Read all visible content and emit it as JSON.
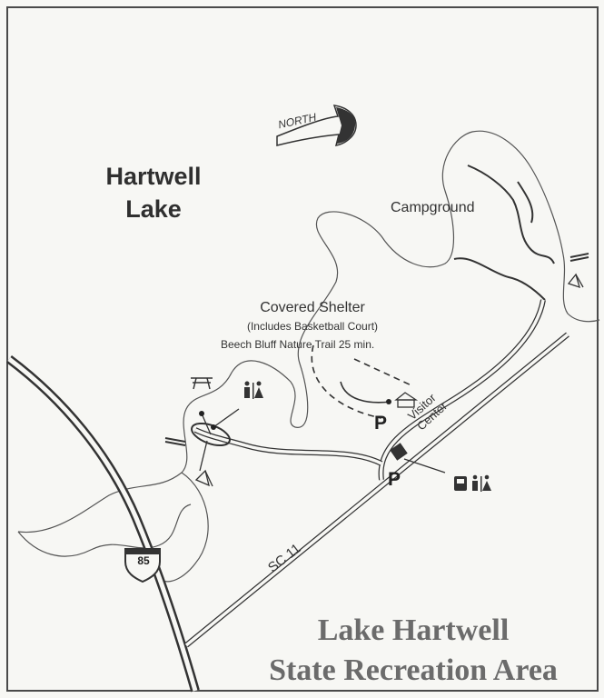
{
  "map": {
    "title_line1": "Lake Hartwell",
    "title_line2": "State Recreation Area",
    "lake_name_line1": "Hartwell",
    "lake_name_line2": "Lake",
    "north_label": "NORTH",
    "campground_label": "Campground",
    "shelter_label": "Covered Shelter",
    "shelter_sub": "(Includes Basketball Court)",
    "trail_label": "Beech Bluff Nature Trail 25 min.",
    "visitor_center_line1": "Visitor",
    "visitor_center_line2": "Center",
    "road_label": "SC 11",
    "interstate_label": "85",
    "parking_label": "P",
    "icons": [
      "north-arrow-icon",
      "picnic-table-icon",
      "restroom-icon",
      "boat-ramp-icon",
      "fishing-icon",
      "shelter-icon",
      "visitor-center-icon",
      "phone-icon",
      "parking-icon",
      "interstate-shield-icon"
    ],
    "colors": {
      "ink": "#333333",
      "paper": "#f7f7f4",
      "title": "#6b6b6b"
    }
  }
}
